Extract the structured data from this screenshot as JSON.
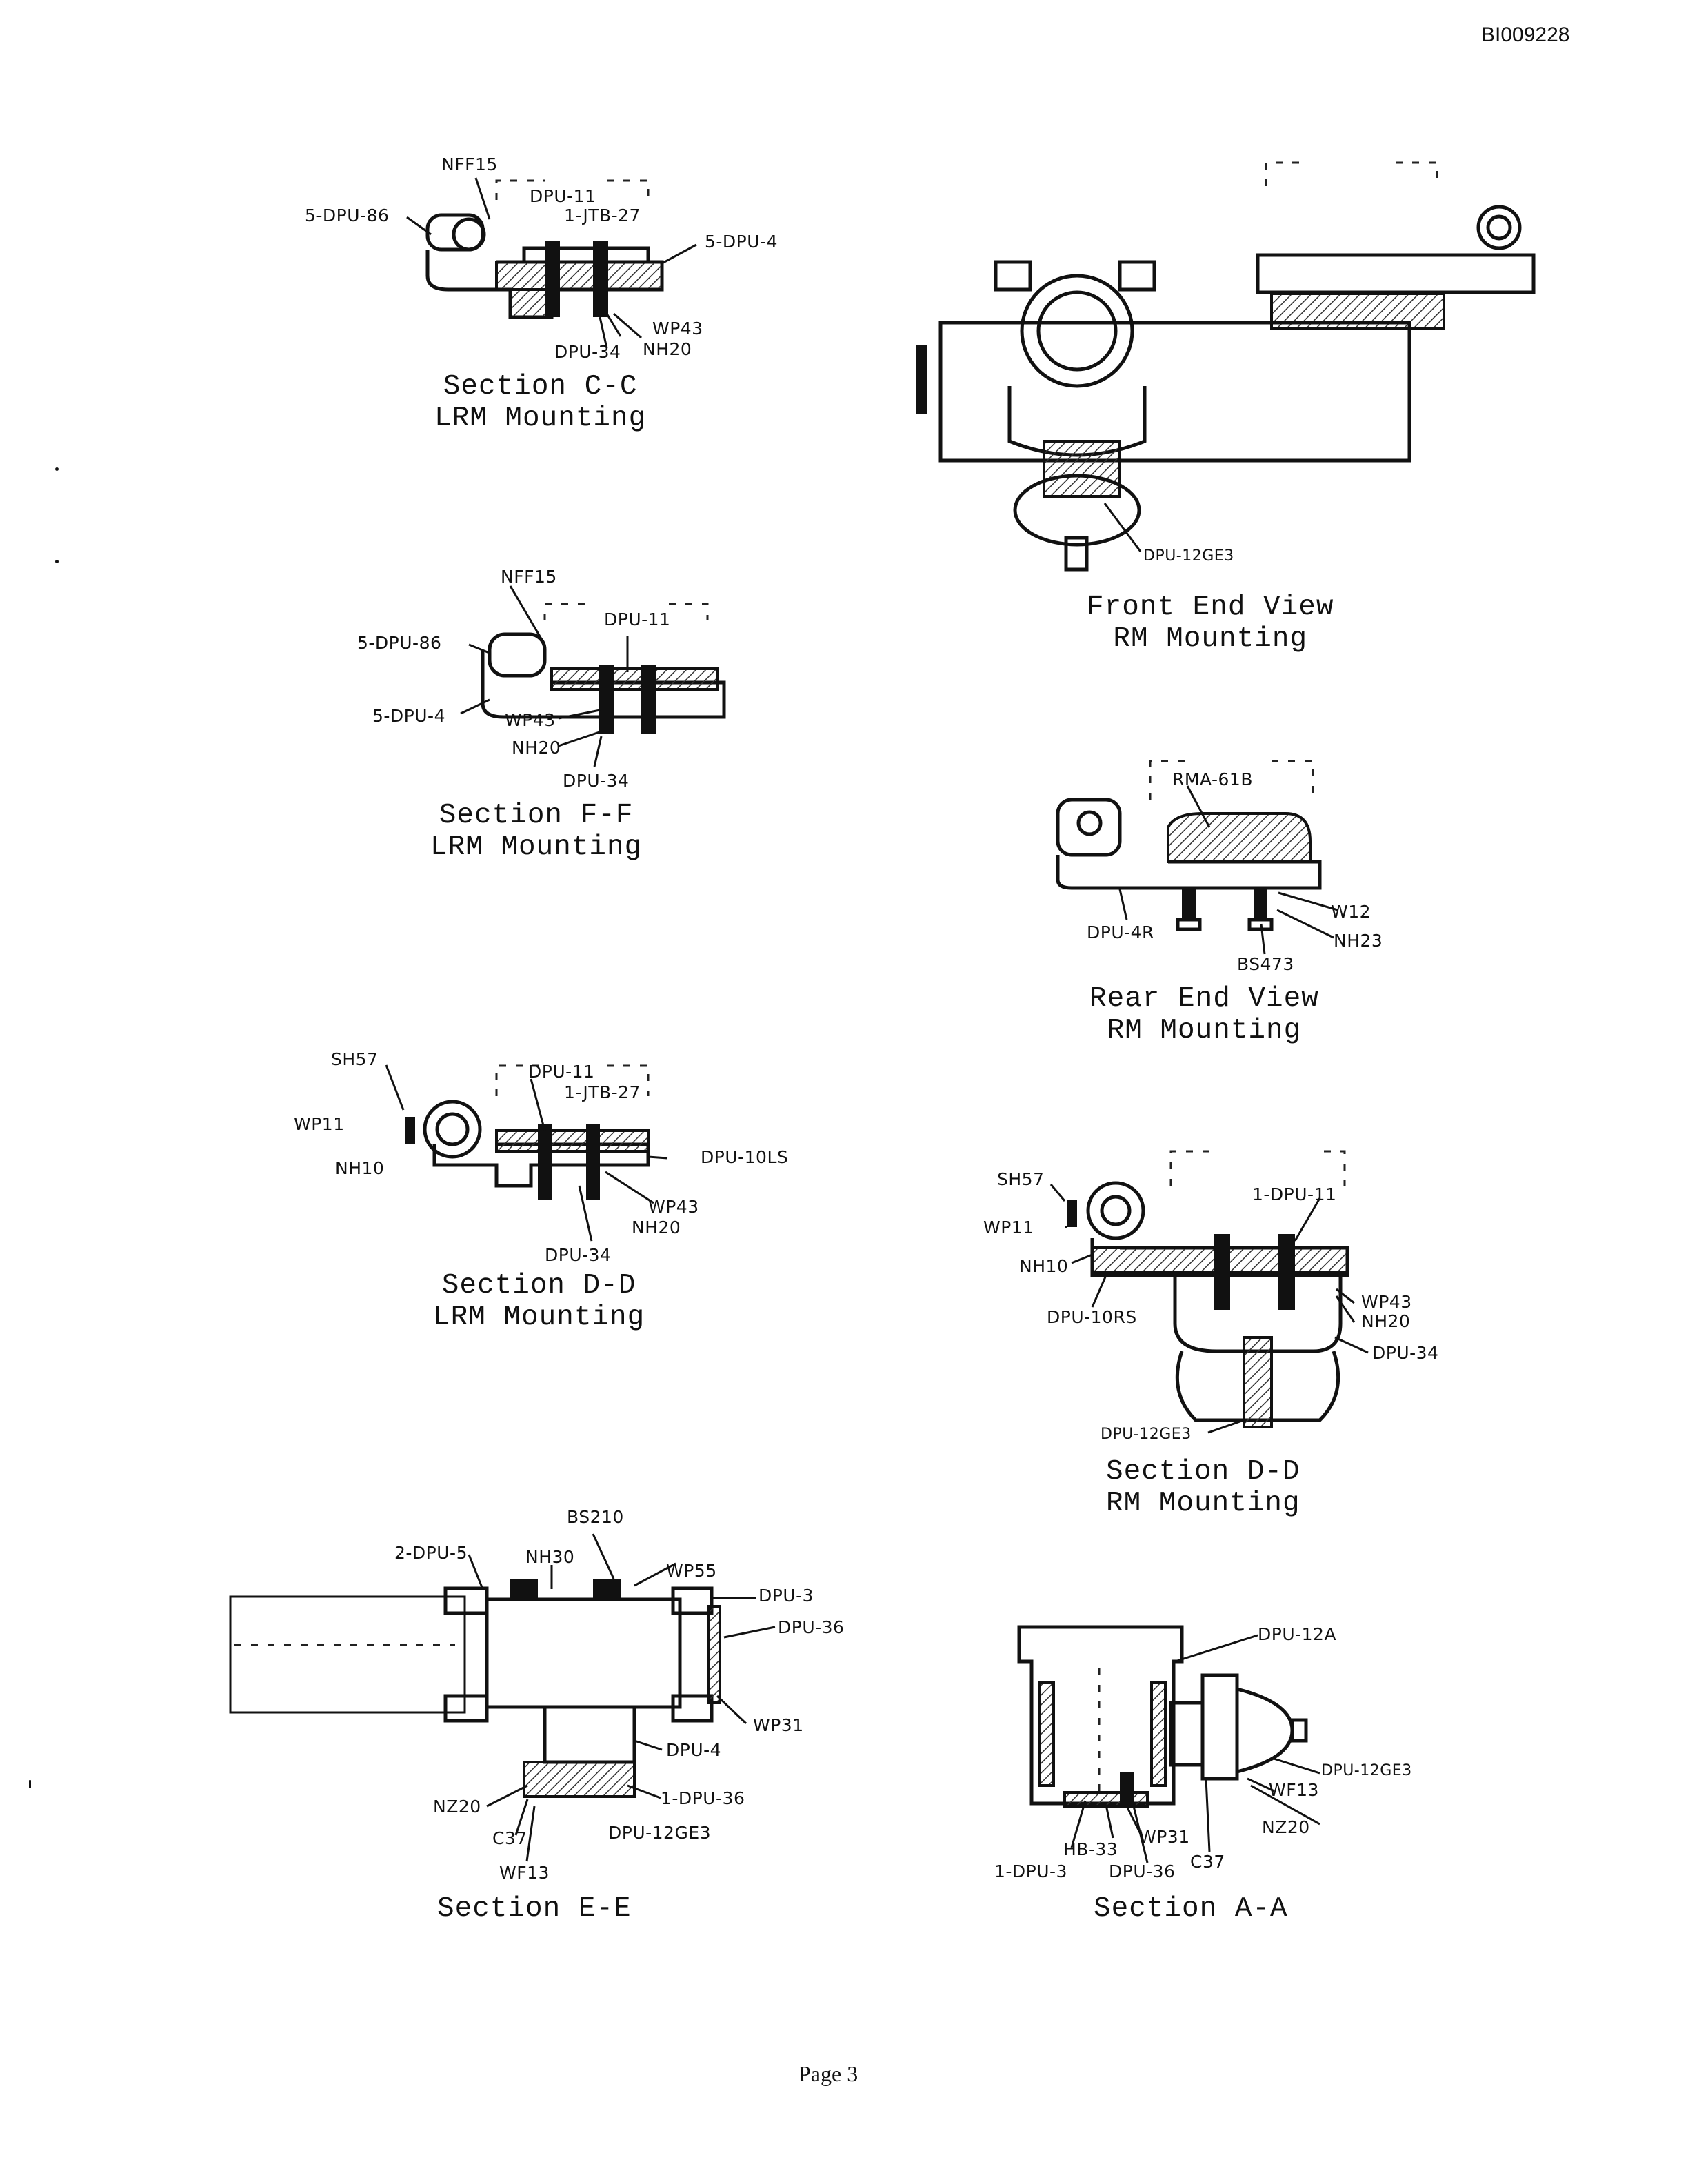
{
  "doc_id": "BI009228",
  "page": "Page 3",
  "sections": {
    "cc": {
      "caption": [
        "Section  C-C",
        "LRM Mounting"
      ],
      "labels": [
        "NFF15",
        "DPU-11",
        "1-JTB-27",
        "5-DPU-86",
        "5-DPU-4",
        "WP43",
        "DPU-34",
        "NH20"
      ]
    },
    "ff": {
      "caption": [
        "Section  F-F",
        "LRM Mounting"
      ],
      "labels": [
        "NFF15",
        "DPU-11",
        "5-DPU-86",
        "5-DPU-4",
        "WP43",
        "NH20",
        "DPU-34"
      ]
    },
    "dd_lrm": {
      "caption": [
        "Section  D-D",
        "LRM Mounting"
      ],
      "labels": [
        "SH57",
        "DPU-11",
        "1-JTB-27",
        "WP11",
        "NH10",
        "DPU-10LS",
        "WP43",
        "NH20",
        "DPU-34"
      ]
    },
    "ee": {
      "caption": [
        "Section  E-E"
      ],
      "labels": [
        "BS210",
        "2-DPU-5",
        "NH30",
        "WP55",
        "DPU-3",
        "DPU-36",
        "WP31",
        "DPU-4",
        "NZ20",
        "1-DPU-36",
        "C37",
        "DPU-12GE3",
        "WF13"
      ]
    },
    "front": {
      "caption": [
        "Front End View",
        "RM Mounting"
      ],
      "labels": [
        "DPU-12GE3"
      ]
    },
    "rear": {
      "caption": [
        "Rear End View",
        "RM Mounting"
      ],
      "labels": [
        "RMA-61B",
        "W12",
        "DPU-4R",
        "NH23",
        "BS473"
      ]
    },
    "dd_rm": {
      "caption": [
        "Section  D-D",
        "RM Mounting"
      ],
      "labels": [
        "SH57",
        "1-DPU-11",
        "WP11",
        "NH10",
        "WP43",
        "DPU-10RS",
        "NH20",
        "DPU-34",
        "DPU-12GE3"
      ]
    },
    "aa": {
      "caption": [
        "Section  A-A"
      ],
      "labels": [
        "DPU-12A",
        "DPU-12GE3",
        "WF13",
        "NZ20",
        "HB-33",
        "WP31",
        "C37",
        "1-DPU-3",
        "DPU-36"
      ]
    }
  }
}
